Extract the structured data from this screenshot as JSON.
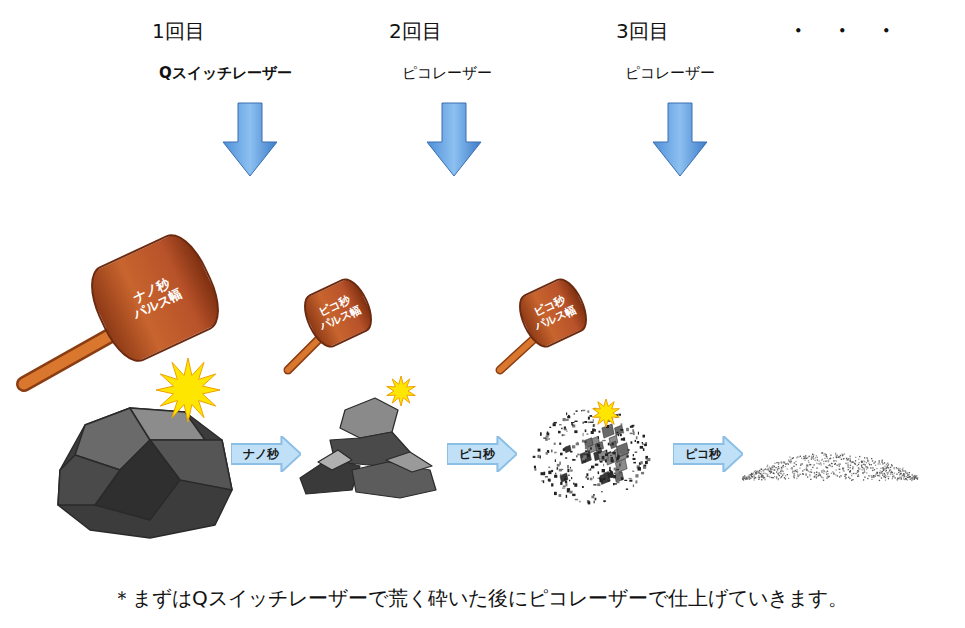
{
  "diagram": {
    "nodes": [
      {
        "text": [
          "ナノ秒 パルス幅"
        ]
      },
      {
        "text": [
          "ピコ秒 パルス幅"
        ]
      },
      {
        "text": [
          "ピコ秒 パルス幅"
        ]
      },
      {
        "text": [
          "ナノ秒"
        ]
      },
      {
        "text": [
          "ピコ秒"
        ]
      },
      {
        "text": [
          "ピコ秒"
        ]
      }
    ],
    "labels": [
      "1回目",
      "2回目",
      "3回目",
      "・　・　・",
      "Qスイッチレーザー",
      "ピコレーザー",
      "ピコレーザー"
    ],
    "caption": "＊まずはQスイッチレーザーで荒く砕いた後にピコレーザーで仕上げていきます。"
  }
}
